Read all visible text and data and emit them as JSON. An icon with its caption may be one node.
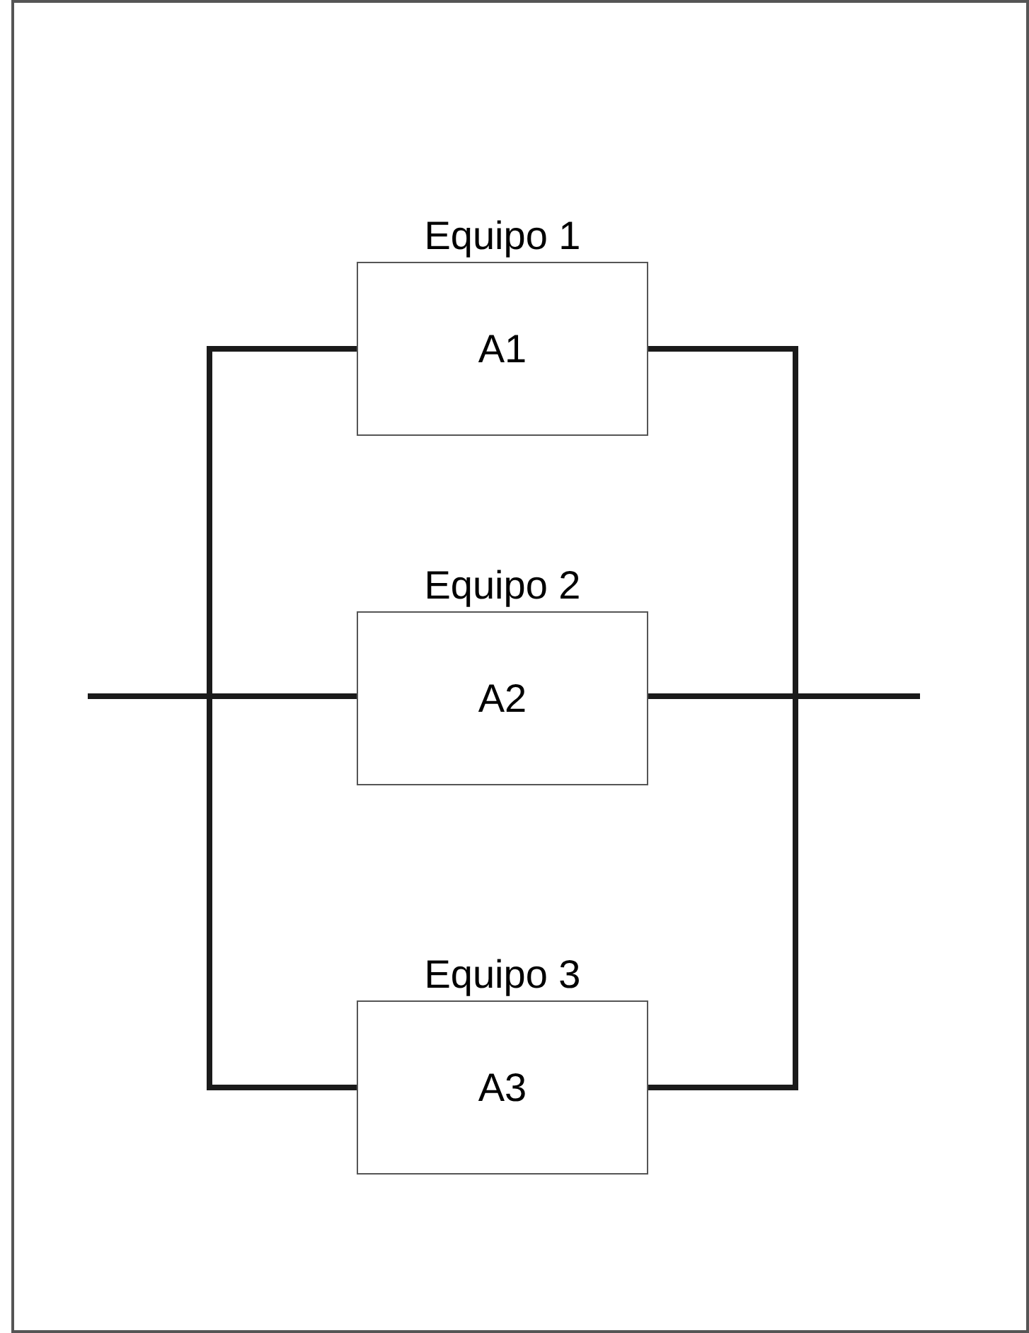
{
  "diagram": {
    "nodes": [
      {
        "text": [
          "Equipo 1",
          "A1"
        ]
      },
      {
        "text": [
          "Equipo 2",
          "A2"
        ]
      },
      {
        "text": [
          "Equipo 3",
          "A3"
        ]
      }
    ],
    "edges": [
      {
        "from": null,
        "to": 0,
        "arrow": "none"
      },
      {
        "from": null,
        "to": 1,
        "arrow": "none"
      },
      {
        "from": null,
        "to": 2,
        "arrow": "none"
      },
      {
        "from": 0,
        "to": null,
        "arrow": "none"
      },
      {
        "from": 1,
        "to": null,
        "arrow": "none"
      },
      {
        "from": 2,
        "to": null,
        "arrow": "none"
      }
    ]
  }
}
